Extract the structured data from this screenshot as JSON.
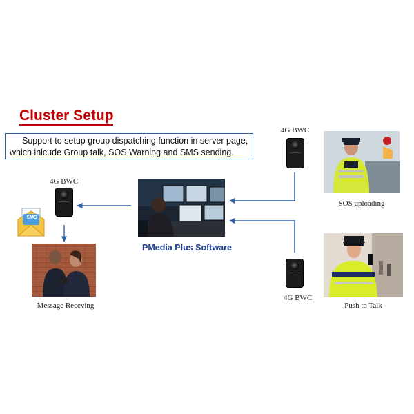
{
  "title": "Cluster Setup",
  "description": "Support to setup group dispatching function in server page, which inlcude Group talk, SOS Warning and SMS sending.",
  "software_label": "PMedia Plus Software",
  "devices": {
    "left_label": "4G BWC",
    "top_right_label": "4G BWC",
    "bottom_right_label": "4G BWC"
  },
  "captions": {
    "sos": "SOS uploading",
    "message": "Message Receving",
    "push": "Push to Talk"
  },
  "sms_badge": "SMS",
  "colors": {
    "title": "#c00000",
    "software_label": "#1f3f8f",
    "arrows": "#2e5fa3",
    "box_border": "#2e5fa3"
  }
}
